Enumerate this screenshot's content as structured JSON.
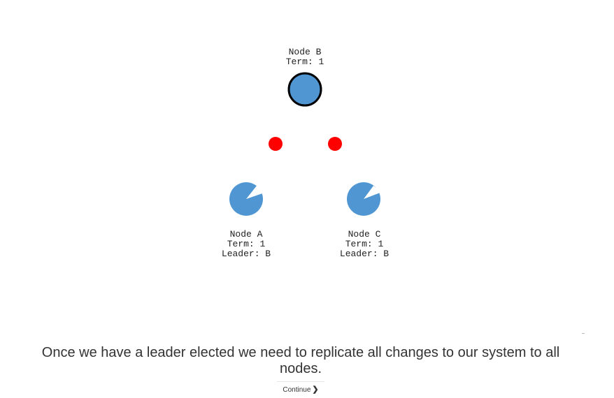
{
  "nodes": {
    "b": {
      "name": "Node B",
      "term": "Term: 1",
      "role": "leader",
      "fill": "#5096d2",
      "stroke": "#000000"
    },
    "a": {
      "name": "Node A",
      "term": "Term: 1",
      "leader": "Leader: B",
      "role": "follower",
      "fill": "#5096d2"
    },
    "c": {
      "name": "Node C",
      "term": "Term: 1",
      "leader": "Leader: B",
      "role": "follower",
      "fill": "#5096d2"
    }
  },
  "messages": {
    "color": "#ff0000",
    "count": 2,
    "description": "heartbeat messages travelling from leader B to followers A and C"
  },
  "narration": "Once we have a leader elected we need to replicate all changes to our system to all nodes.",
  "continue_label": "Continue",
  "continue_icon": "chevron-right-icon"
}
